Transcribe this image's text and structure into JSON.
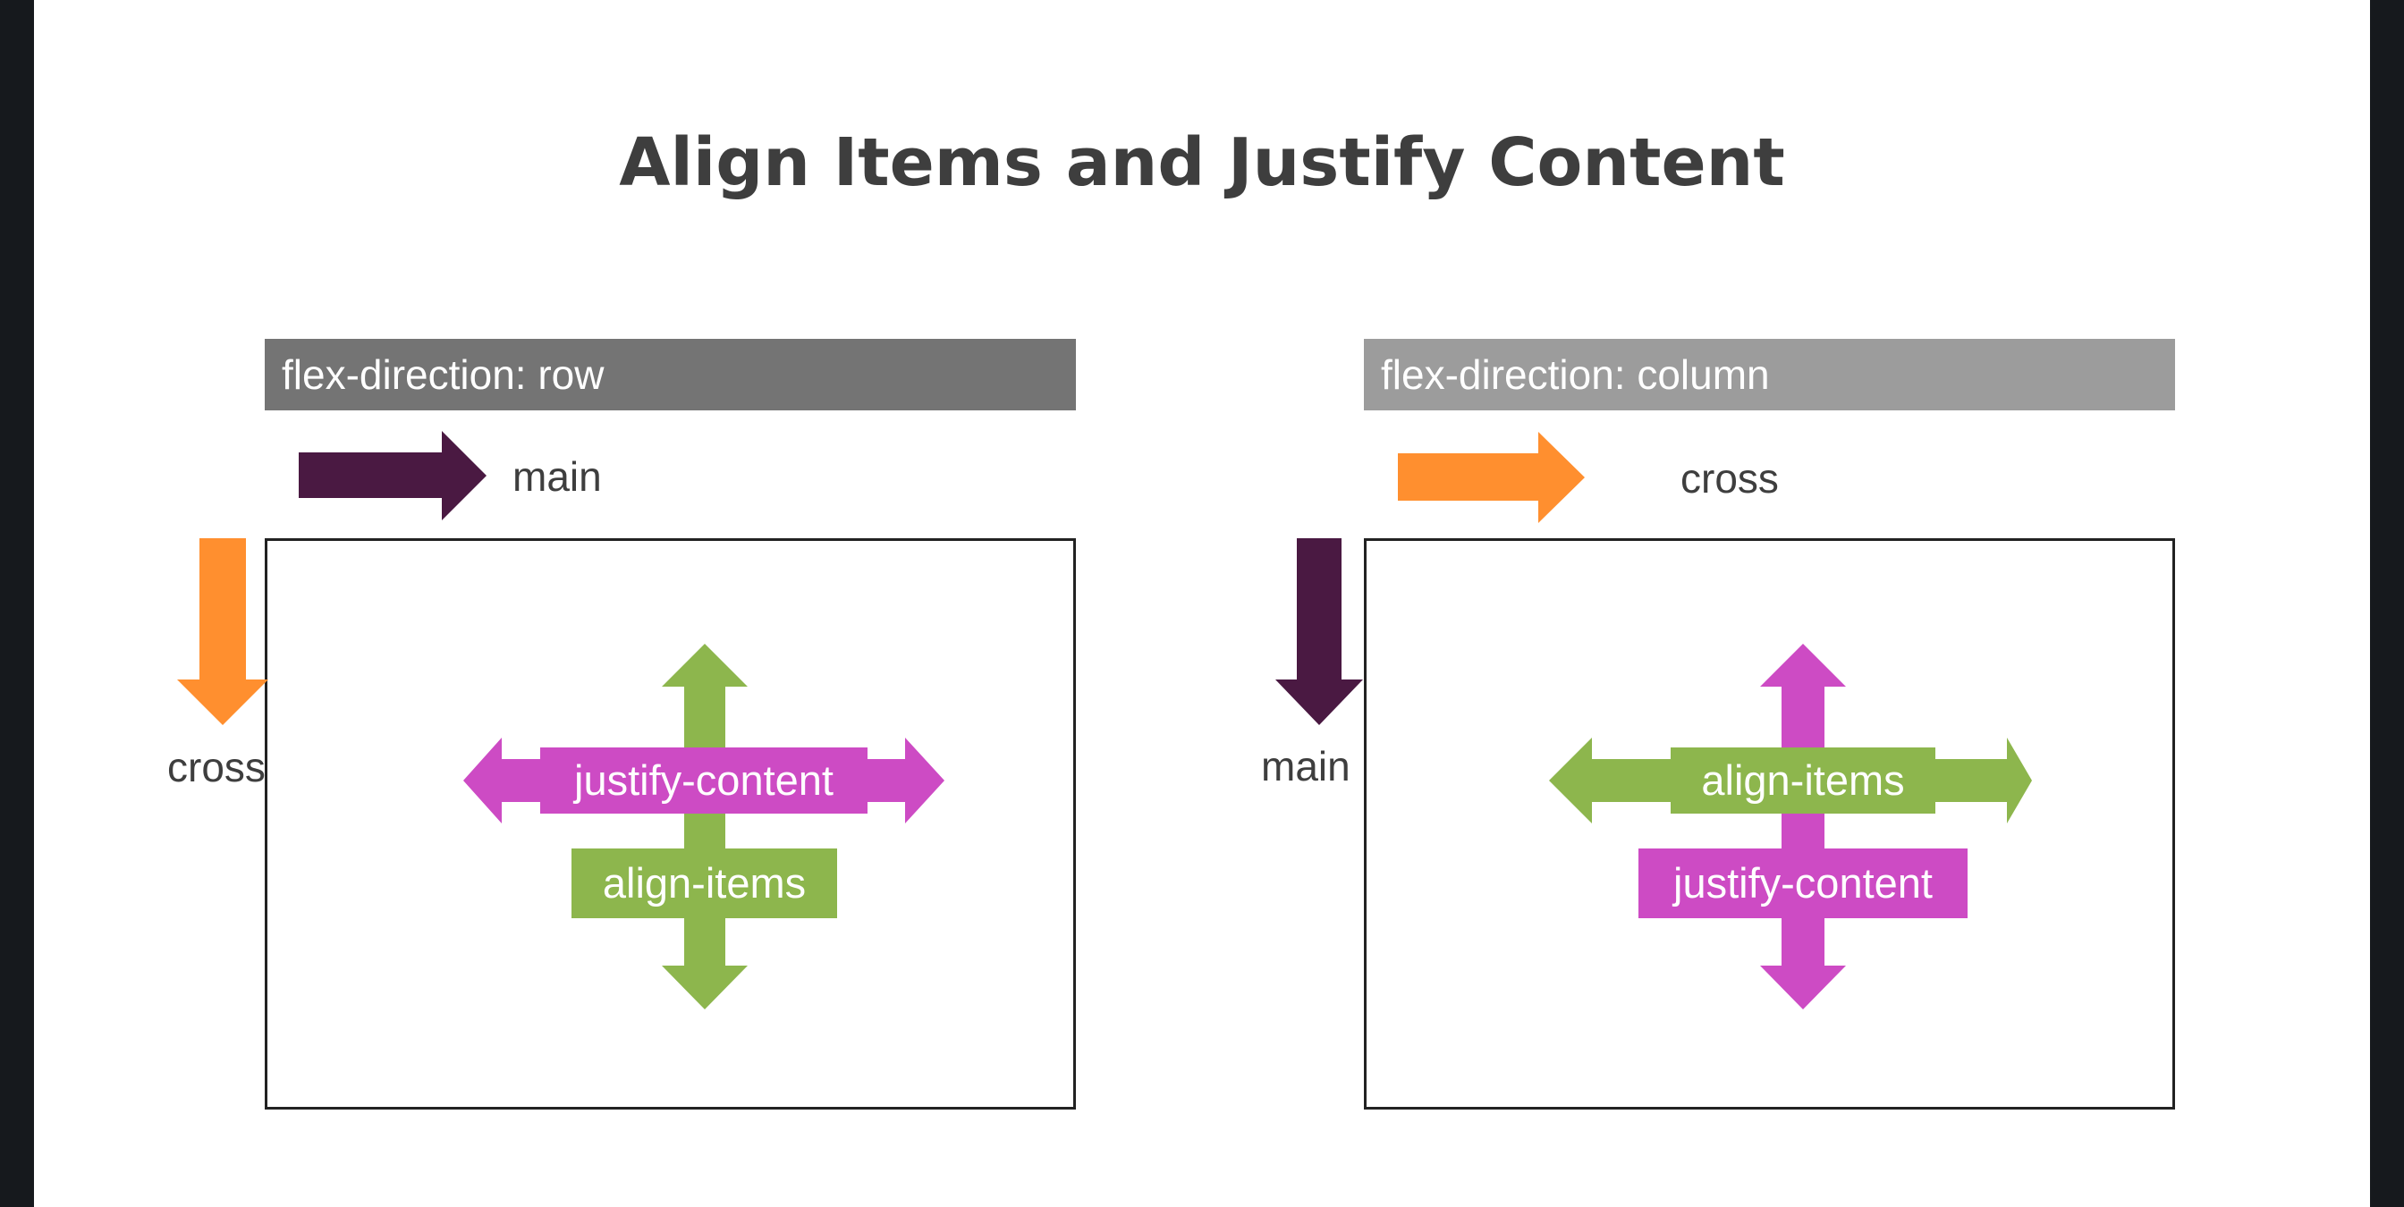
{
  "slide": {
    "title": "Align Items and Justify Content"
  },
  "panels": {
    "row": {
      "header": "flex-direction: row",
      "horizontal_axis_label": "main",
      "vertical_axis_label": "cross",
      "horizontal_arrow_color": "#4a1942",
      "vertical_arrow_color": "#ff8f2f",
      "primary_label": "justify-content",
      "secondary_label": "align-items"
    },
    "column": {
      "header": "flex-direction: column",
      "horizontal_axis_label": "cross",
      "vertical_axis_label": "main",
      "horizontal_arrow_color": "#ff8f2f",
      "vertical_arrow_color": "#4a1942",
      "primary_label": "align-items",
      "secondary_label": "justify-content"
    }
  },
  "colors": {
    "justify_content": "#cd4bc4",
    "align_items": "#8db64d",
    "main_axis": "#4a1942",
    "cross_axis": "#ff8f2f",
    "header_row_bg": "#747474",
    "header_column_bg": "#9c9c9c"
  }
}
